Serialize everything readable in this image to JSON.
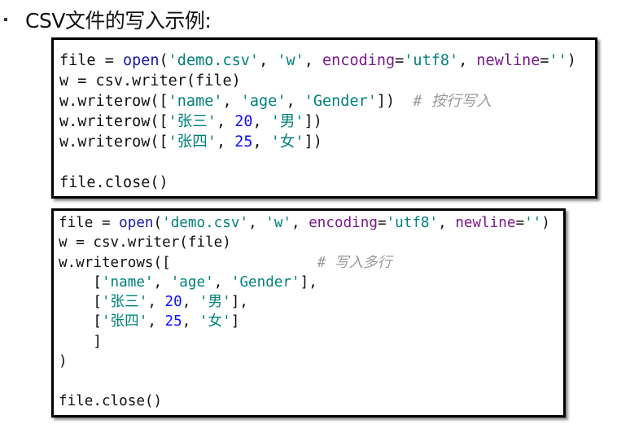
{
  "title": "CSV文件的写入示例:",
  "colors": {
    "builtin": "#1a1aa6",
    "string": "#00807a",
    "keyword_arg": "#7a1a8a",
    "number": "#1010ff",
    "comment": "#9a9a9a"
  },
  "code_blocks": [
    {
      "lines": [
        [
          [
            "plain",
            "file = "
          ],
          [
            "builtin",
            "open"
          ],
          [
            "plain",
            "("
          ],
          [
            "str",
            "'demo.csv'"
          ],
          [
            "plain",
            ", "
          ],
          [
            "str",
            "'w'"
          ],
          [
            "plain",
            ", "
          ],
          [
            "kw",
            "encoding"
          ],
          [
            "plain",
            "="
          ],
          [
            "str",
            "'utf8'"
          ],
          [
            "plain",
            ", "
          ],
          [
            "kw",
            "newline"
          ],
          [
            "plain",
            "="
          ],
          [
            "str",
            "''"
          ],
          [
            "plain",
            ")"
          ]
        ],
        [
          [
            "plain",
            "w = csv.writer(file)"
          ]
        ],
        [
          [
            "plain",
            "w.writerow(["
          ],
          [
            "str",
            "'name'"
          ],
          [
            "plain",
            ", "
          ],
          [
            "str",
            "'age'"
          ],
          [
            "plain",
            ", "
          ],
          [
            "str",
            "'Gender'"
          ],
          [
            "plain",
            "])  "
          ],
          [
            "com",
            "# 按行写入"
          ]
        ],
        [
          [
            "plain",
            "w.writerow(["
          ],
          [
            "str",
            "'张三'"
          ],
          [
            "plain",
            ", "
          ],
          [
            "num",
            "20"
          ],
          [
            "plain",
            ", "
          ],
          [
            "str",
            "'男'"
          ],
          [
            "plain",
            "])"
          ]
        ],
        [
          [
            "plain",
            "w.writerow(["
          ],
          [
            "str",
            "'张四'"
          ],
          [
            "plain",
            ", "
          ],
          [
            "num",
            "25"
          ],
          [
            "plain",
            ", "
          ],
          [
            "str",
            "'女'"
          ],
          [
            "plain",
            "])"
          ]
        ],
        [
          [
            "plain",
            " "
          ]
        ],
        [
          [
            "plain",
            "file.close()"
          ]
        ]
      ]
    },
    {
      "lines": [
        [
          [
            "plain",
            "file = "
          ],
          [
            "builtin",
            "open"
          ],
          [
            "plain",
            "("
          ],
          [
            "str",
            "'demo.csv'"
          ],
          [
            "plain",
            ", "
          ],
          [
            "str",
            "'w'"
          ],
          [
            "plain",
            ", "
          ],
          [
            "kw",
            "encoding"
          ],
          [
            "plain",
            "="
          ],
          [
            "str",
            "'utf8'"
          ],
          [
            "plain",
            ", "
          ],
          [
            "kw",
            "newline"
          ],
          [
            "plain",
            "="
          ],
          [
            "str",
            "''"
          ],
          [
            "plain",
            ")"
          ]
        ],
        [
          [
            "plain",
            "w = csv.writer(file)"
          ]
        ],
        [
          [
            "plain",
            "w.writerows([                 "
          ],
          [
            "com",
            "# 写入多行"
          ]
        ],
        [
          [
            "plain",
            "    ["
          ],
          [
            "str",
            "'name'"
          ],
          [
            "plain",
            ", "
          ],
          [
            "str",
            "'age'"
          ],
          [
            "plain",
            ", "
          ],
          [
            "str",
            "'Gender'"
          ],
          [
            "plain",
            "],"
          ]
        ],
        [
          [
            "plain",
            "    ["
          ],
          [
            "str",
            "'张三'"
          ],
          [
            "plain",
            ", "
          ],
          [
            "num",
            "20"
          ],
          [
            "plain",
            ", "
          ],
          [
            "str",
            "'男'"
          ],
          [
            "plain",
            "],"
          ]
        ],
        [
          [
            "plain",
            "    ["
          ],
          [
            "str",
            "'张四'"
          ],
          [
            "plain",
            ", "
          ],
          [
            "num",
            "25"
          ],
          [
            "plain",
            ", "
          ],
          [
            "str",
            "'女'"
          ],
          [
            "plain",
            "]"
          ]
        ],
        [
          [
            "plain",
            "    ]"
          ]
        ],
        [
          [
            "plain",
            ")"
          ]
        ],
        [
          [
            "plain",
            " "
          ]
        ],
        [
          [
            "plain",
            "file.close()"
          ]
        ]
      ]
    }
  ]
}
